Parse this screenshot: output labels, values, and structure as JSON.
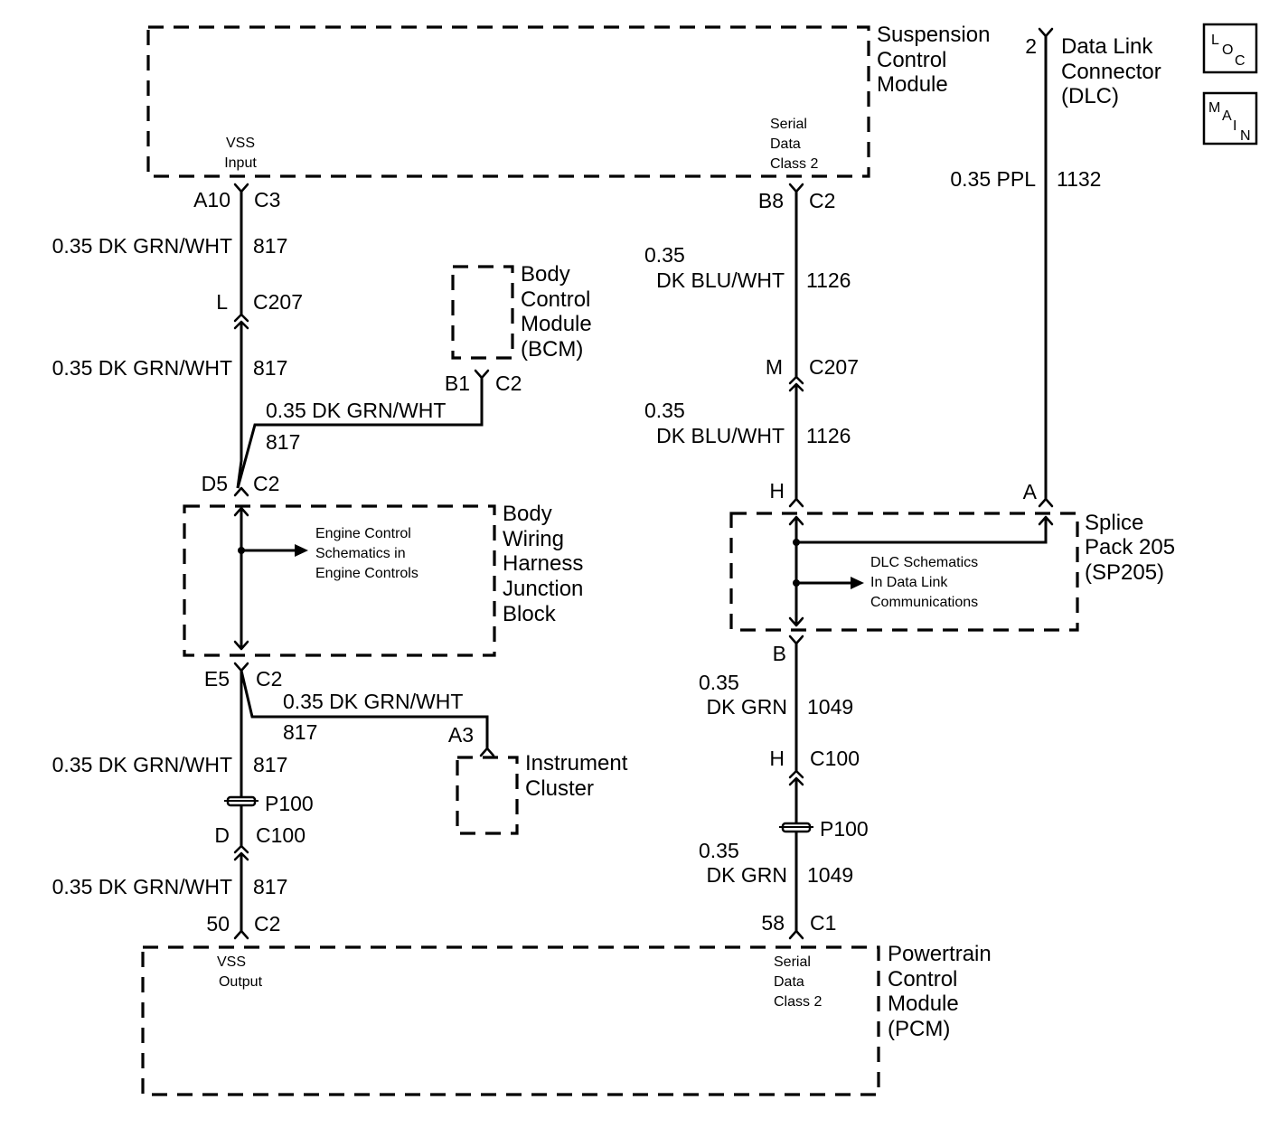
{
  "modules": {
    "scm": {
      "name": [
        "Suspension",
        "Control",
        "Module"
      ],
      "vss": [
        "VSS",
        "Input"
      ],
      "serial": [
        "Serial",
        "Data",
        "Class 2"
      ]
    },
    "dlc": {
      "name": [
        "Data Link",
        "Connector",
        "(DLC)"
      ],
      "pin_top": "2",
      "pin_bottom": "A"
    },
    "bcm": {
      "name": [
        "Body",
        "Control",
        "Module",
        "(BCM)"
      ]
    },
    "junction": {
      "name": [
        "Body",
        "Wiring",
        "Harness",
        "Junction",
        "Block"
      ],
      "note": [
        "Engine Control",
        "Schematics in",
        "Engine Controls"
      ]
    },
    "splice": {
      "name": [
        "Splice",
        "Pack 205",
        "(SP205)"
      ],
      "note": [
        "DLC Schematics",
        "In Data Link",
        "Communications"
      ]
    },
    "cluster": {
      "name": [
        "Instrument",
        "Cluster"
      ]
    },
    "pcm": {
      "name": [
        "Powertrain",
        "Control",
        "Module",
        "(PCM)"
      ],
      "vss": [
        "VSS",
        "Output"
      ],
      "serial": [
        "Serial",
        "Data",
        "Class 2"
      ]
    }
  },
  "badges": {
    "loc": {
      "l1": "L",
      "l2": "O",
      "l3": "C"
    },
    "main": {
      "l1": "M",
      "l2": "A",
      "l3": "I",
      "l4": "N"
    }
  },
  "pins": {
    "a10": "A10",
    "c3": "C3",
    "l": "L",
    "c207_left": "C207",
    "b1": "B1",
    "c2_bcm": "C2",
    "d5": "D5",
    "c2_d5": "C2",
    "e5": "E5",
    "c2_e5": "C2",
    "a3": "A3",
    "p100_left": "P100",
    "d": "D",
    "c100_left": "C100",
    "pin50": "50",
    "c2_pcm": "C2",
    "b8": "B8",
    "c2_scm": "C2",
    "m": "M",
    "c207_right": "C207",
    "h_top": "H",
    "b": "B",
    "h_bottom": "H",
    "c100_right": "C100",
    "p100_right": "P100",
    "pin58": "58",
    "c1": "C1"
  },
  "wires": {
    "left_1": {
      "color": "0.35 DK GRN/WHT",
      "circuit": "817"
    },
    "left_2": {
      "color": "0.35 DK GRN/WHT",
      "circuit": "817"
    },
    "bcm_branch": {
      "color": "0.35 DK GRN/WHT",
      "circuit": "817"
    },
    "cluster_branch": {
      "color": "0.35 DK GRN/WHT",
      "circuit": "817"
    },
    "left_3": {
      "color": "0.35 DK GRN/WHT",
      "circuit": "817"
    },
    "left_4": {
      "color": "0.35 DK GRN/WHT",
      "circuit": "817"
    },
    "mid_1": {
      "size": "0.35",
      "color": "DK BLU/WHT",
      "circuit": "1126"
    },
    "mid_2": {
      "size": "0.35",
      "color": "DK BLU/WHT",
      "circuit": "1126"
    },
    "mid_3": {
      "size": "0.35",
      "color": "DK GRN",
      "circuit": "1049"
    },
    "mid_4": {
      "size": "0.35",
      "color": "DK GRN",
      "circuit": "1049"
    },
    "dlc_wire": {
      "color": "0.35 PPL",
      "circuit": "1132"
    }
  }
}
